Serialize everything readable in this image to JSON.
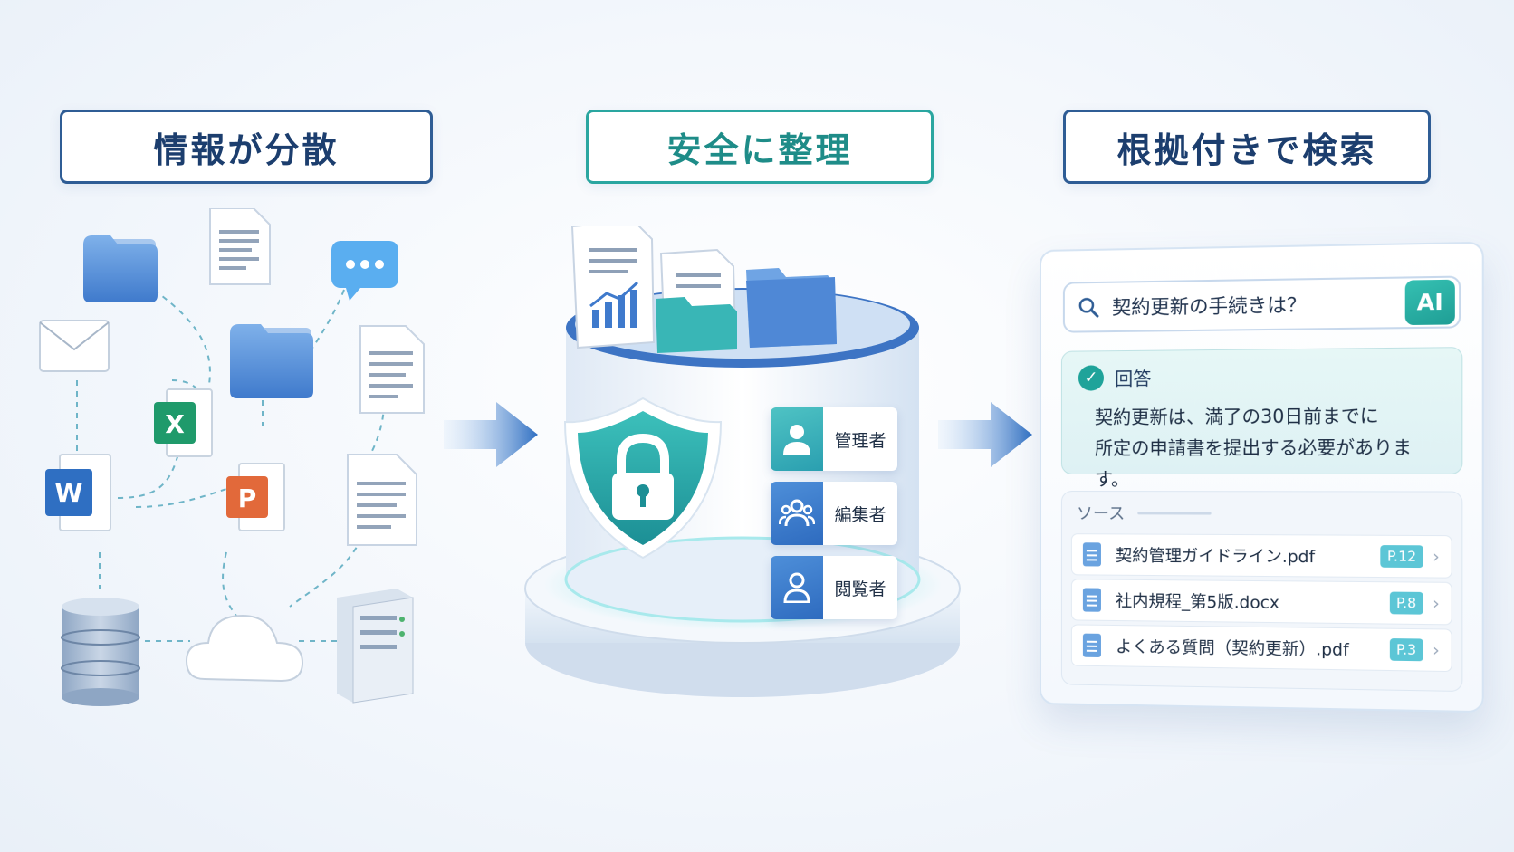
{
  "headers": {
    "scattered": "情報が分散",
    "organize": "安全に整理",
    "search": "根拠付きで検索"
  },
  "icons": {
    "word_letter": "W",
    "excel_letter": "X",
    "ppt_letter": "P",
    "ai_badge": "AI"
  },
  "roles": [
    {
      "label": "管理者",
      "icon": "user-icon"
    },
    {
      "label": "編集者",
      "icon": "group-icon"
    },
    {
      "label": "閲覧者",
      "icon": "user-outline-icon"
    }
  ],
  "search_panel": {
    "query": "契約更新の手続きは？",
    "answer_heading": "回答",
    "answer_line1": "契約更新は、満了の30日前までに",
    "answer_line2": "所定の申請書を提出する必要があります。",
    "sources_heading": "ソース",
    "sources": [
      {
        "name": "契約管理ガイドライン.pdf",
        "page": "P.12"
      },
      {
        "name": "社内規程_第5版.docx",
        "page": "P.8"
      },
      {
        "name": "よくある質問（契約更新）.pdf",
        "page": "P.3"
      }
    ]
  },
  "colors": {
    "navy": "#2f5d95",
    "teal": "#2aa6a0",
    "blue": "#4a86d3"
  }
}
